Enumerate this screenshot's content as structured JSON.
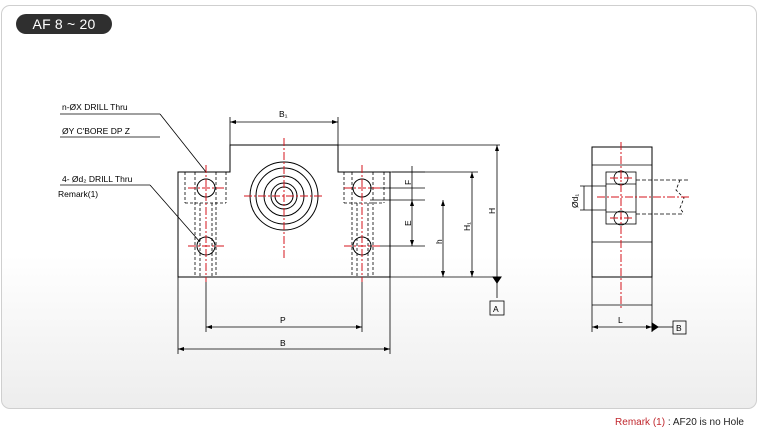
{
  "badge": {
    "title": "AF 8 ~ 20"
  },
  "callouts": {
    "hole1": "n-ØX DRILL Thru",
    "hole2": "ØY C'BORE DP Z",
    "hole3": "4- Ød₂   DRILL Thru",
    "hole4": "Remark(1)"
  },
  "dimensions": {
    "b1": "B₁",
    "f": "F",
    "e": "E",
    "h_small": "h",
    "h1": "H₁",
    "h_total": "H",
    "p": "P",
    "b": "B",
    "d1": "Ød₁",
    "l": "L"
  },
  "datums": {
    "a": "A",
    "b": "B"
  },
  "remark": {
    "ref": "Remark (1)",
    "text": ": AF20 is no Hole"
  },
  "colors": {
    "centerline": "#d4141c",
    "outline": "#000000",
    "badge": "#2f2f2f"
  }
}
